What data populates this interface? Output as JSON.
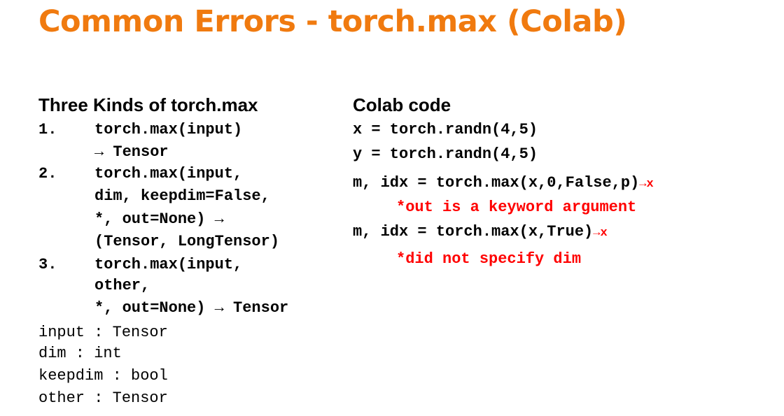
{
  "title": "Common Errors - torch.max (Colab)",
  "left": {
    "heading": "Three Kinds of torch.max",
    "items": [
      {
        "num": "1.",
        "lines": [
          "torch.max(input)",
          "→ Tensor"
        ]
      },
      {
        "num": "2.",
        "lines": [
          "torch.max(input,",
          "dim, keepdim=False,",
          "*, out=None) →",
          "(Tensor, LongTensor)"
        ]
      },
      {
        "num": "3.",
        "lines": [
          "torch.max(input,",
          "other,",
          "*, out=None) → Tensor"
        ]
      }
    ],
    "params": [
      "input : Tensor",
      "dim : int",
      "keepdim : bool",
      "other : Tensor"
    ]
  },
  "right": {
    "heading": "Colab code",
    "code": [
      "x = torch.randn(4,5)",
      "y = torch.randn(4,5)"
    ],
    "errors": [
      {
        "code": "m, idx = torch.max(x,0,False,p)",
        "mark": "→x",
        "note": "*out is a keyword argument"
      },
      {
        "code": "m, idx = torch.max(x,True)",
        "mark": "→x",
        "note": "*did not specify dim"
      }
    ]
  },
  "colors": {
    "title": "#f07a0f",
    "error": "#ff0000"
  }
}
